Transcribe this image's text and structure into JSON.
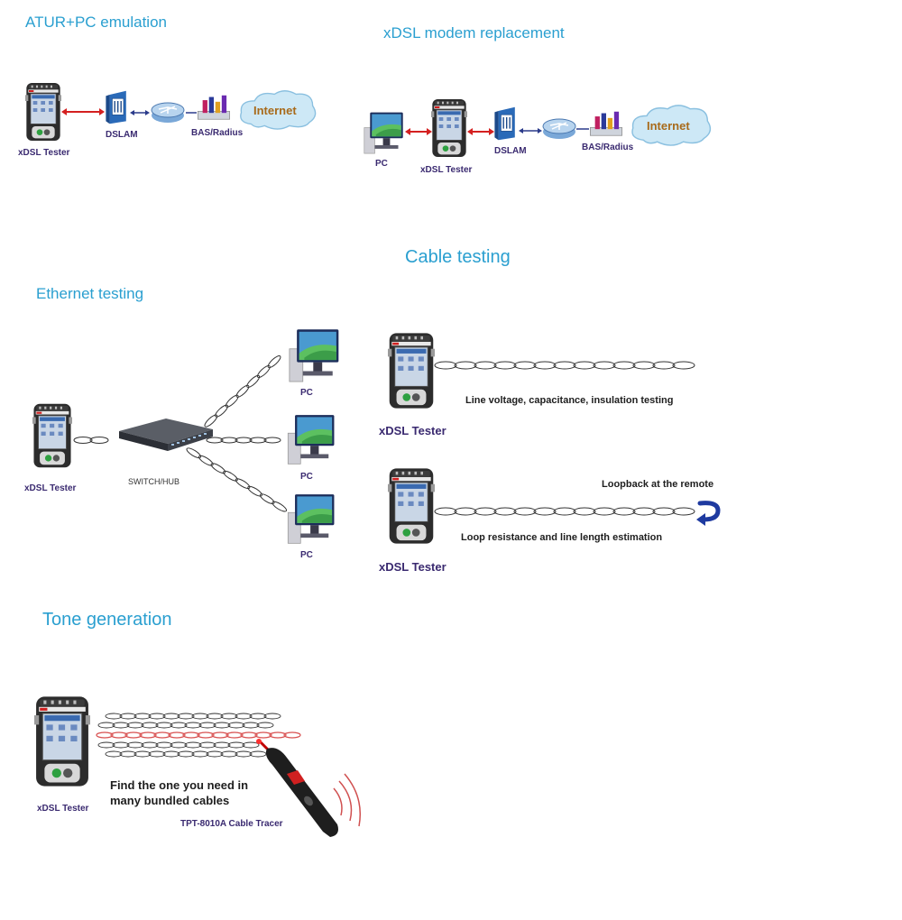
{
  "sections": {
    "atur": {
      "title": "ATUR+PC emulation",
      "tester_label": "xDSL Tester",
      "dslam_label": "DSLAM",
      "bas_label": "BAS/Radius",
      "internet_label": "Internet"
    },
    "modem": {
      "title": "xDSL modem replacement",
      "pc_label": "PC",
      "tester_label": "xDSL Tester",
      "dslam_label": "DSLAM",
      "bas_label": "BAS/Radius",
      "internet_label": "Internet"
    },
    "cable": {
      "title": "Cable testing"
    },
    "ethernet": {
      "title": "Ethernet testing",
      "tester_label": "xDSL Tester",
      "switch_label": "SWITCH/HUB",
      "pc1_label": "PC",
      "pc2_label": "PC",
      "pc3_label": "PC"
    },
    "line_test": {
      "tester_label": "xDSL Tester",
      "caption": "Line voltage, capacitance, insulation testing"
    },
    "loop_test": {
      "tester_label": "xDSL Tester",
      "loopback_label": "Loopback at the remote",
      "caption": "Loop resistance and line length estimation"
    },
    "tone": {
      "title": "Tone generation",
      "tester_label": "xDSL Tester",
      "caption_line1": "Find the one you need in",
      "caption_line2": "many bundled cables",
      "tracer_label": "TPT-8010A Cable Tracer"
    }
  },
  "colors": {
    "heading": "#2a9fd0",
    "label": "#3a2a70",
    "link_red": "#d42020",
    "link_blue": "#2a3a8a",
    "highlight_cable": "#d85050",
    "loop_arrow": "#1e3aa0"
  }
}
